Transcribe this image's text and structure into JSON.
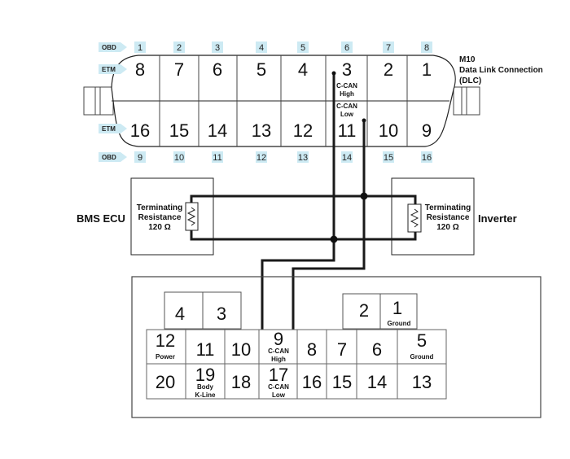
{
  "colors": {
    "tag_fill": "#cdeaf3",
    "line": "#111111",
    "grid": "#555555"
  },
  "dlc": {
    "title_line1": "M10",
    "title_line2": "Data Link Connection",
    "title_line3": "(DLC)",
    "obd_tag": "OBD",
    "etm_tag": "ETM",
    "obd_top": [
      "1",
      "2",
      "3",
      "4",
      "5",
      "6",
      "7",
      "8"
    ],
    "etm_top": [
      "8",
      "7",
      "6",
      "5",
      "4",
      "3",
      "2",
      "1"
    ],
    "etm_bottom": [
      "16",
      "15",
      "14",
      "13",
      "12",
      "11",
      "10",
      "9"
    ],
    "obd_bottom": [
      "9",
      "10",
      "11",
      "12",
      "13",
      "14",
      "15",
      "16"
    ],
    "pin3_label1": "C-CAN",
    "pin3_label2": "High",
    "pin11_label1": "C-CAN",
    "pin11_label2": "Low"
  },
  "bms": {
    "name": "BMS ECU",
    "res_line1": "Terminating",
    "res_line2": "Resistance",
    "res_line3": "120 Ω",
    "resistor_icon": "resistor-icon"
  },
  "inverter": {
    "name": "Inverter",
    "res_line1": "Terminating",
    "res_line2": "Resistance",
    "res_line3": "120 Ω",
    "resistor_icon": "resistor-icon"
  },
  "connector2": {
    "top_left": [
      "4",
      "3"
    ],
    "top_right": [
      "2",
      "1"
    ],
    "top_right_1_label": "Ground",
    "row1": [
      "12",
      "11",
      "10",
      "9",
      "8",
      "7",
      "6",
      "5"
    ],
    "row2": [
      "20",
      "19",
      "18",
      "17",
      "16",
      "15",
      "14",
      "13"
    ],
    "pin12_label": "Power",
    "pin9_label1": "C-CAN",
    "pin9_label2": "High",
    "pin5_label": "Ground",
    "pin19_label1": "Body",
    "pin19_label2": "K-Line",
    "pin17_label1": "C-CAN",
    "pin17_label2": "Low"
  }
}
